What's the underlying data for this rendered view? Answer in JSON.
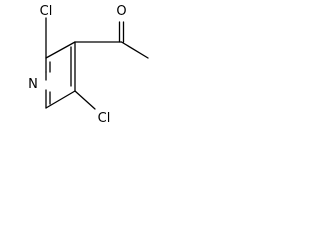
{
  "structure": {
    "atoms": [
      {
        "id": "o1",
        "element": "O",
        "label": "O"
      },
      {
        "id": "cl_top",
        "element": "Cl",
        "label": "Cl"
      },
      {
        "id": "cl_bottom",
        "element": "Cl",
        "label": "Cl"
      },
      {
        "id": "n1",
        "element": "N",
        "label": "N"
      }
    ]
  }
}
